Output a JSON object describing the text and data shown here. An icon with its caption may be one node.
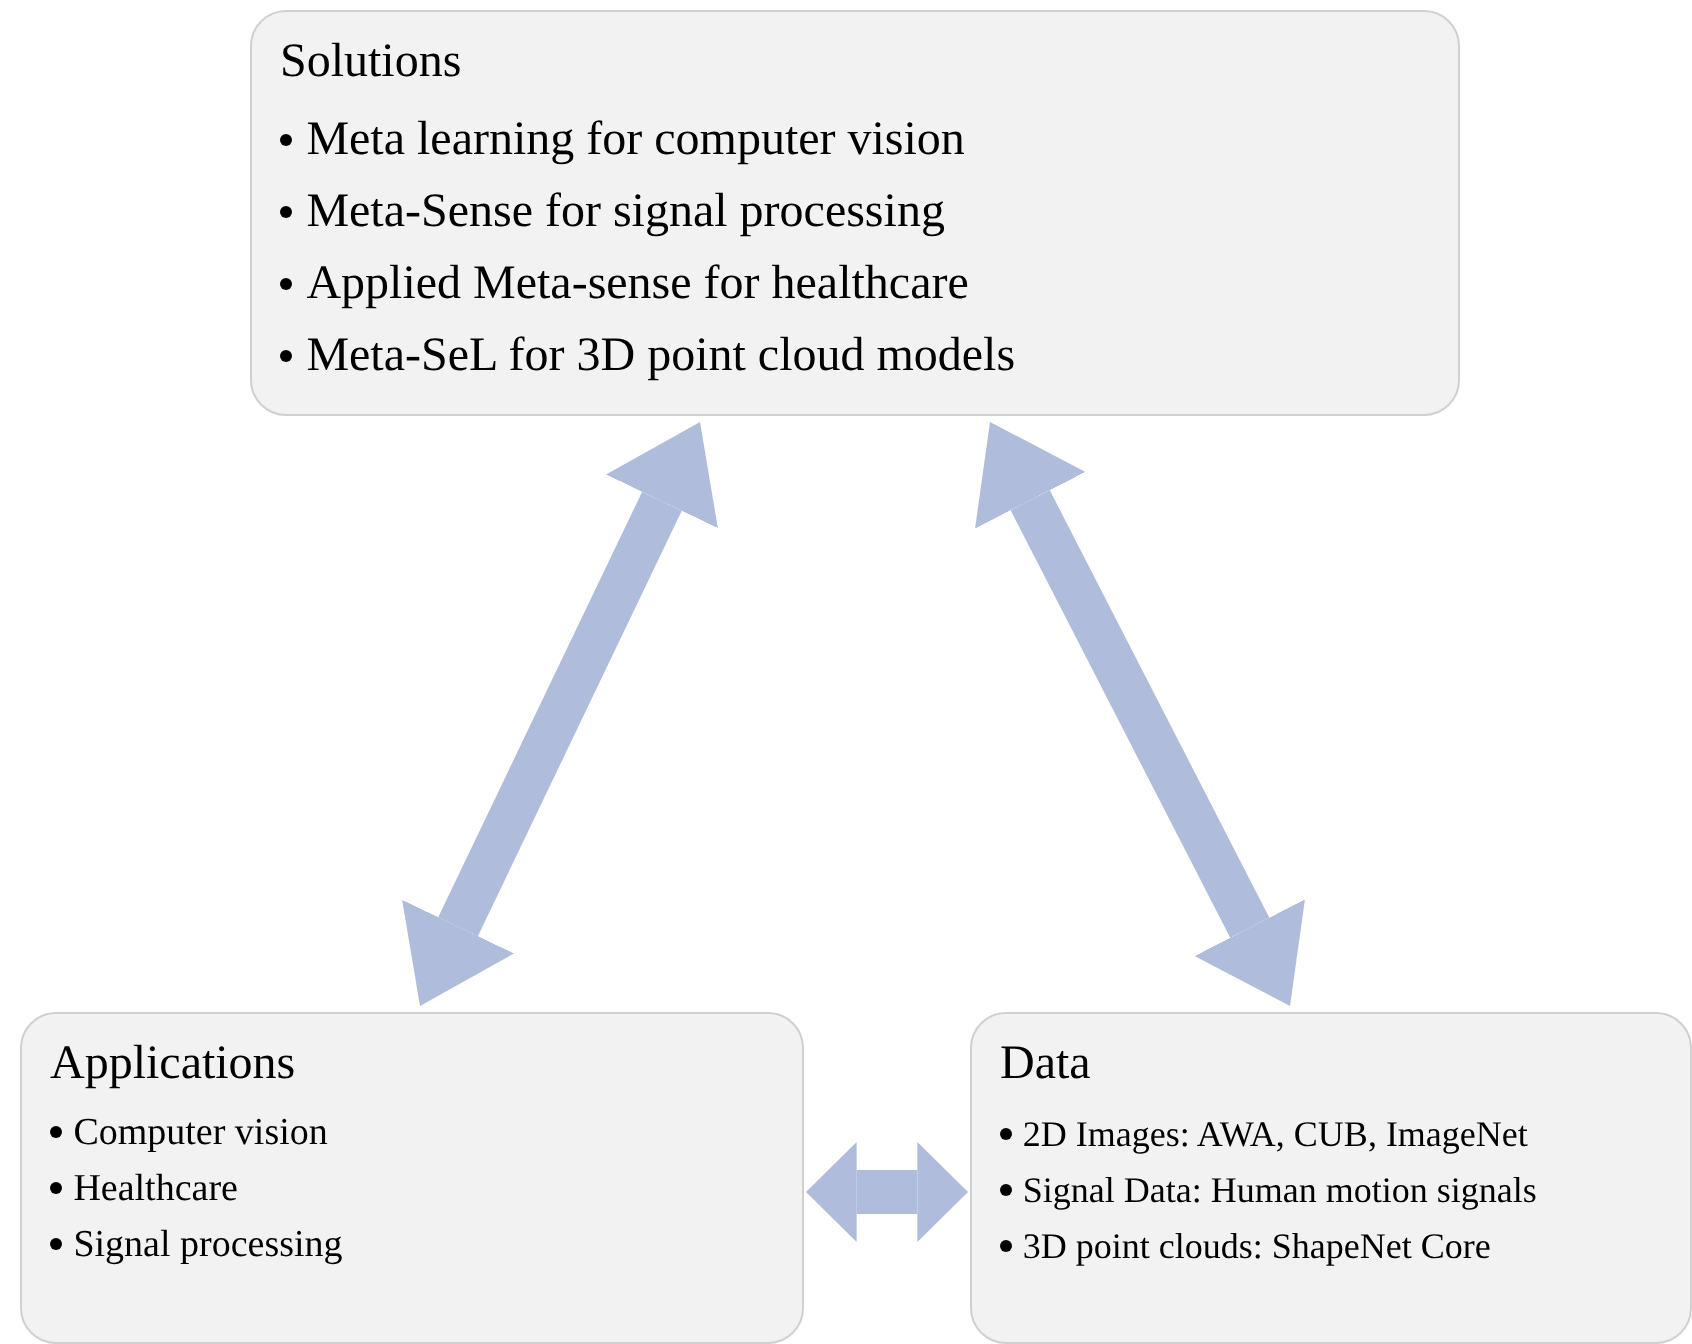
{
  "diagram": {
    "nodes": [
      {
        "text": [
          "Solutions",
          "Meta learning for computer vision",
          "Meta-Sense for signal processing",
          "Applied Meta-sense for healthcare",
          "Meta-SeL for 3D point cloud models"
        ]
      },
      {
        "text": [
          "Applications",
          "Computer vision",
          "Healthcare",
          "Signal processing"
        ]
      },
      {
        "text": [
          "Data",
          "2D Images: AWA, CUB, ImageNet",
          "Signal Data: Human motion signals",
          "3D point clouds: ShapeNet Core"
        ]
      }
    ],
    "edges": [
      {
        "from": 1,
        "to": 0,
        "arrow": "both"
      },
      {
        "from": 0,
        "to": 2,
        "arrow": "both"
      },
      {
        "from": 1,
        "to": 2,
        "arrow": "both"
      }
    ]
  }
}
